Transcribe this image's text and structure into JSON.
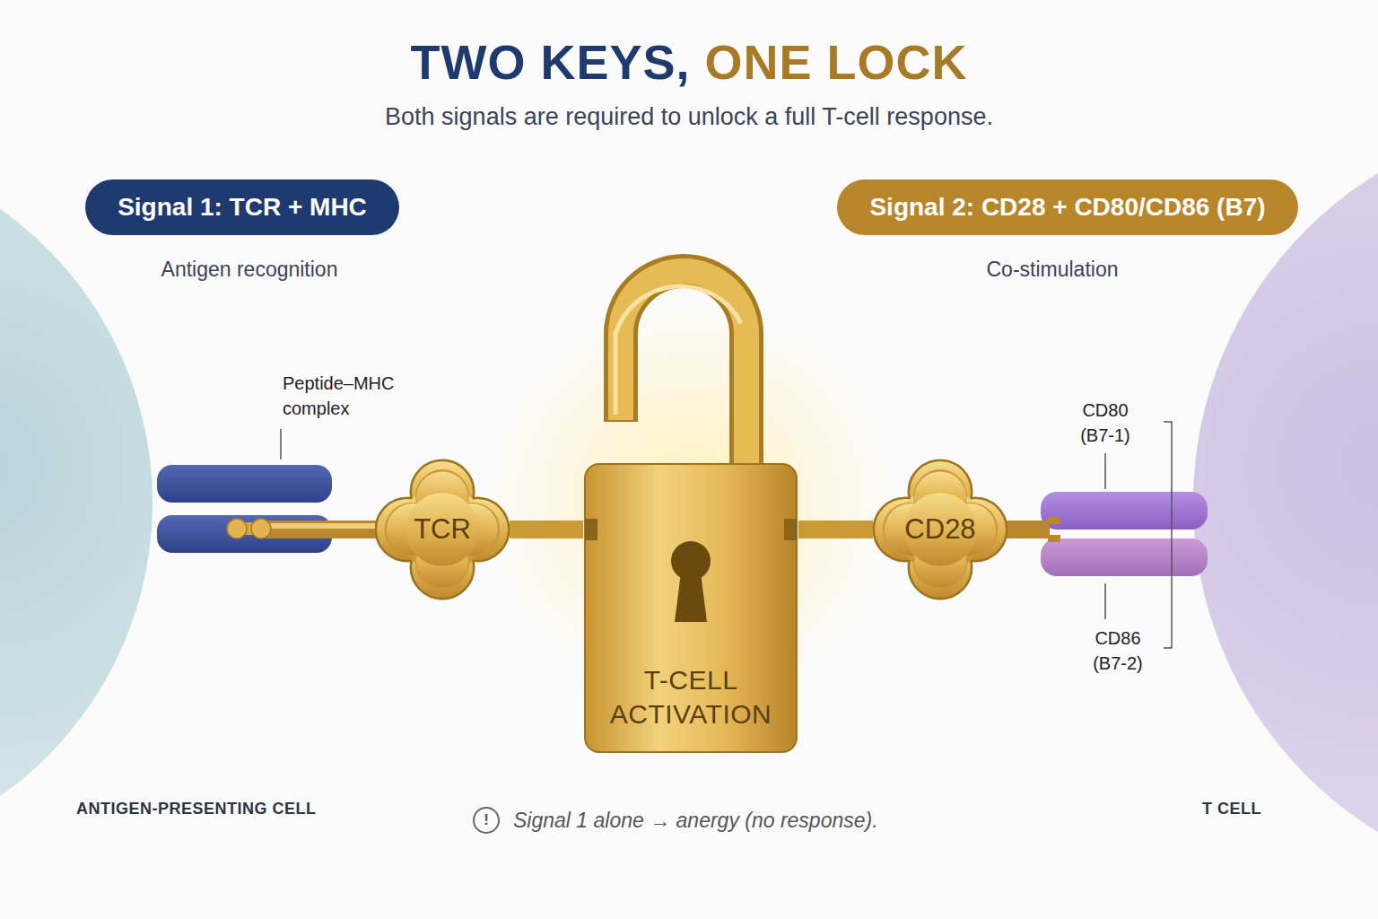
{
  "diagram": {
    "title": "TWO KEYS, ONE LOCK",
    "nodes": [
      {
        "text": [
          "Signal 1: TCR + MHC"
        ]
      },
      {
        "text": [
          "Signal 2: CD28 + CD80/CD86 (B7)"
        ]
      },
      {
        "text": [
          "TCR"
        ]
      },
      {
        "text": [
          "T-CELL ACTIVATION"
        ]
      },
      {
        "text": [
          "CD28"
        ]
      }
    ],
    "edges": [
      {
        "from": 2,
        "to": 3,
        "arrow": "none"
      },
      {
        "from": 4,
        "to": 3,
        "arrow": "none"
      }
    ],
    "labels": [
      "Both signals are required to unlock a full T-cell response.",
      "Antigen recognition",
      "Co-stimulation",
      "Peptide–MHC complex",
      "CD80 (B7-1)",
      "CD86 (B7-2)",
      "ANTIGEN-PRESENTING CELL",
      "T CELL",
      "!",
      "Signal 1 alone → anergy (no response)."
    ]
  }
}
